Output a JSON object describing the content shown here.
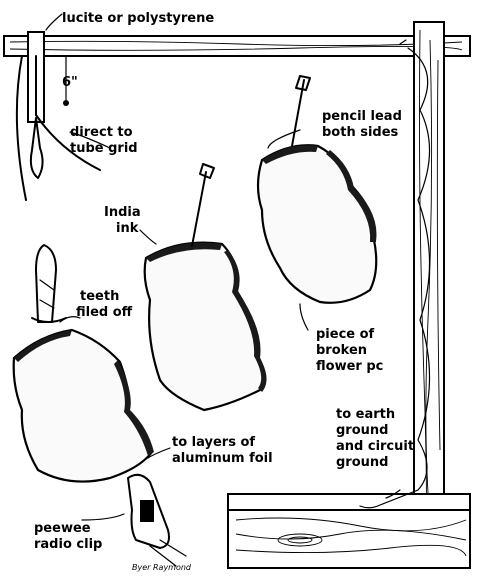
{
  "labels": {
    "top": "lucite or polystyrene",
    "spacing": "6\"",
    "grid_line1": "direct to",
    "grid_line2": "tube grid",
    "lead_line1": "pencil lead",
    "lead_line2": "both sides",
    "india_line1": "India",
    "india_line2": "ink",
    "teeth_line1": "teeth",
    "teeth_line2": "filed off",
    "piece_line1": "piece of",
    "piece_line2": "broken",
    "piece_line3": "flower pc",
    "foil_line1": "to layers of",
    "foil_line2": "aluminum foil",
    "earth_line1": "to earth",
    "earth_line2": "ground",
    "earth_line3": "and circuit",
    "earth_line4": "ground",
    "clip_line1": "peewee",
    "clip_line2": "radio clip",
    "signature": "Byer Raymond"
  }
}
